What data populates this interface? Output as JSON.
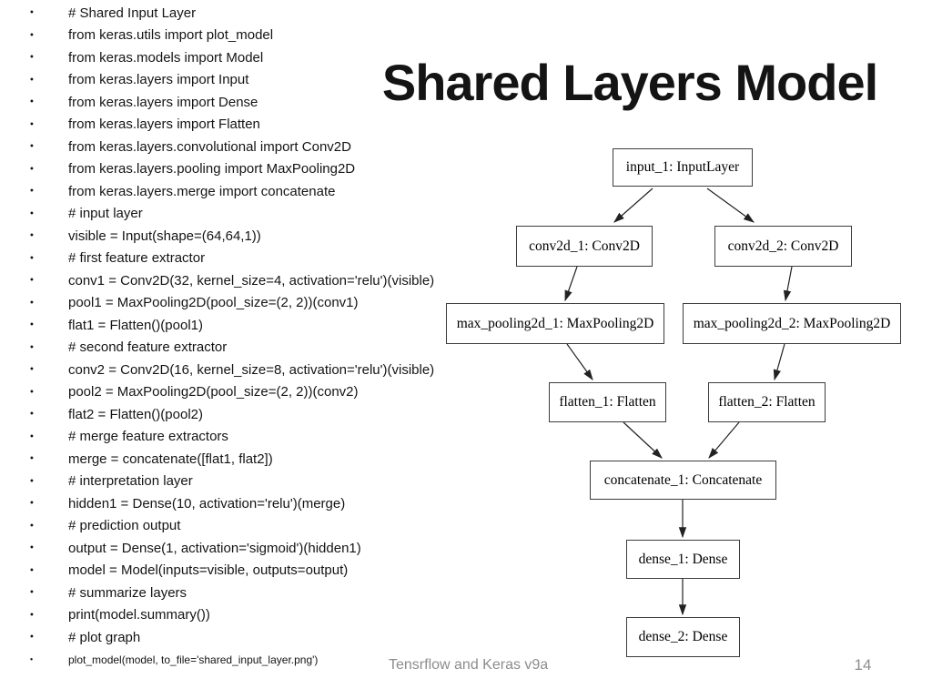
{
  "slide": {
    "title": "Shared Layers Model",
    "footer": "Tensrflow and Keras v9a",
    "page_number": "14"
  },
  "code": {
    "bullet_char": "•",
    "lines": [
      "# Shared Input Layer",
      "from keras.utils import plot_model",
      "from keras.models import Model",
      "from keras.layers import Input",
      "from keras.layers import Dense",
      "from keras.layers import Flatten",
      "from keras.layers.convolutional import Conv2D",
      "from keras.layers.pooling import MaxPooling2D",
      "from keras.layers.merge import concatenate",
      "# input layer",
      "visible = Input(shape=(64,64,1))",
      "# first feature extractor",
      "conv1 = Conv2D(32, kernel_size=4, activation='relu')(visible)",
      "pool1 = MaxPooling2D(pool_size=(2, 2))(conv1)",
      "flat1 = Flatten()(pool1)",
      "# second feature extractor",
      "conv2 = Conv2D(16, kernel_size=8, activation='relu')(visible)",
      "pool2 = MaxPooling2D(pool_size=(2, 2))(conv2)",
      "flat2 = Flatten()(pool2)",
      "# merge feature extractors",
      "merge = concatenate([flat1, flat2])",
      "# interpretation layer",
      "hidden1 = Dense(10, activation='relu')(merge)",
      "# prediction output",
      "output = Dense(1, activation='sigmoid')(hidden1)",
      "model = Model(inputs=visible, outputs=output)",
      "# summarize layers",
      "print(model.summary())",
      "# plot graph",
      "plot_model(model, to_file='shared_input_layer.png')"
    ]
  },
  "diagram": {
    "nodes": [
      {
        "id": "input_1",
        "label": "input_1: InputLayer"
      },
      {
        "id": "conv2d_1",
        "label": "conv2d_1: Conv2D"
      },
      {
        "id": "conv2d_2",
        "label": "conv2d_2: Conv2D"
      },
      {
        "id": "max_pooling2d_1",
        "label": "max_pooling2d_1: MaxPooling2D"
      },
      {
        "id": "max_pooling2d_2",
        "label": "max_pooling2d_2: MaxPooling2D"
      },
      {
        "id": "flatten_1",
        "label": "flatten_1: Flatten"
      },
      {
        "id": "flatten_2",
        "label": "flatten_2: Flatten"
      },
      {
        "id": "concatenate_1",
        "label": "concatenate_1: Concatenate"
      },
      {
        "id": "dense_1",
        "label": "dense_1: Dense"
      },
      {
        "id": "dense_2",
        "label": "dense_2: Dense"
      }
    ],
    "edges": [
      [
        "input_1",
        "conv2d_1"
      ],
      [
        "input_1",
        "conv2d_2"
      ],
      [
        "conv2d_1",
        "max_pooling2d_1"
      ],
      [
        "conv2d_2",
        "max_pooling2d_2"
      ],
      [
        "max_pooling2d_1",
        "flatten_1"
      ],
      [
        "max_pooling2d_2",
        "flatten_2"
      ],
      [
        "flatten_1",
        "concatenate_1"
      ],
      [
        "flatten_2",
        "concatenate_1"
      ],
      [
        "concatenate_1",
        "dense_1"
      ],
      [
        "dense_1",
        "dense_2"
      ]
    ]
  },
  "colors": {
    "text": "#141414",
    "muted": "#8c8c8c",
    "node_border": "#3c3c3c",
    "background": "#ffffff"
  }
}
